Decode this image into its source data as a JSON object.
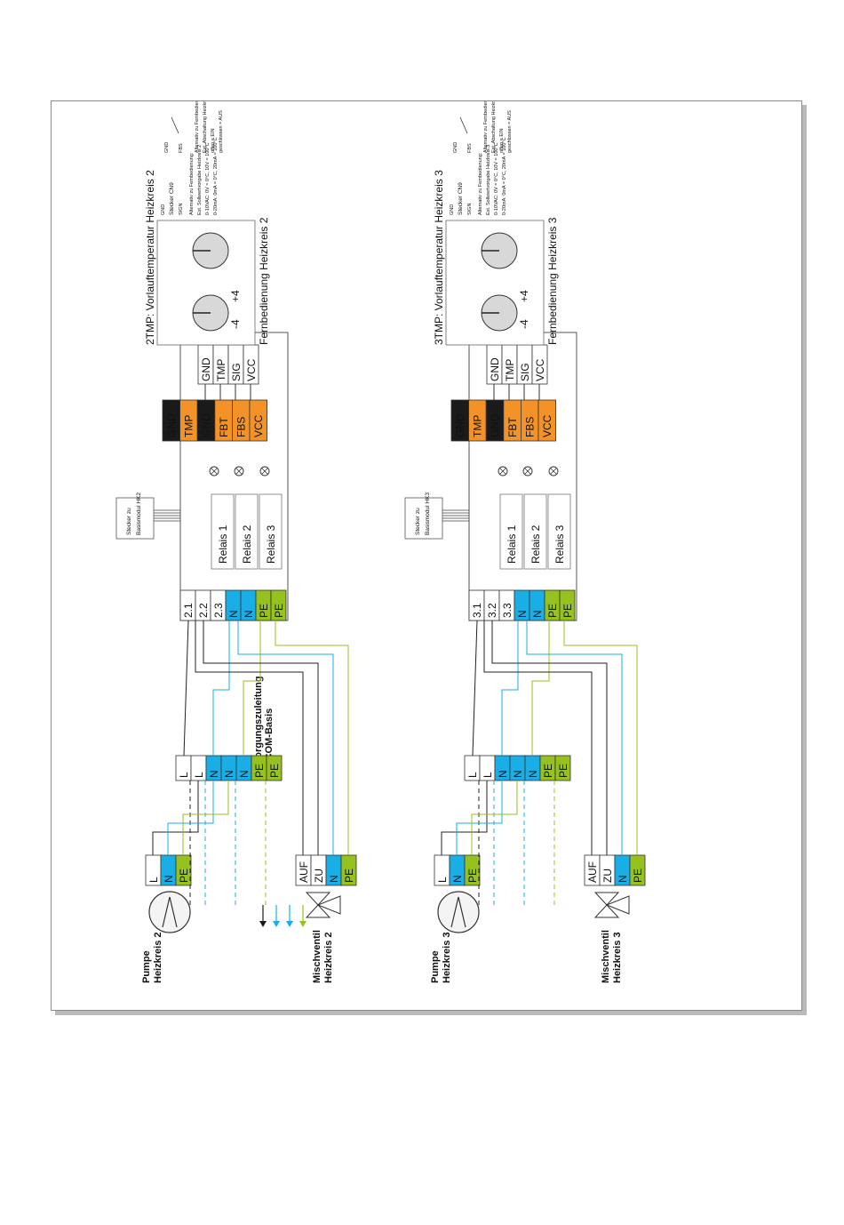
{
  "colors": {
    "blue": "#1aaee6",
    "green": "#96c21f",
    "orange": "#f39327",
    "black": "#1a1a1a",
    "wire": "#222222",
    "frame": "#8a8a8a"
  },
  "supply_label": [
    "Versorgungszuleitung",
    "von COM-Basis"
  ],
  "circuits": [
    {
      "pump_label": [
        "Pumpe",
        "Heizkreis 2"
      ],
      "valve_label": [
        "Mischventil",
        "Heizkreis 2"
      ],
      "connector_label": [
        "Stecker zu",
        "Basismodul HK2"
      ],
      "module_terms": [
        "2.1",
        "2.2",
        "2.3",
        "N",
        "N",
        "PE",
        "PE"
      ],
      "relays": [
        "Relais 1",
        "Relais 2",
        "Relais 3"
      ],
      "remote_title": "2TMP: Vorlauftemperatur Heizkreis 2",
      "remote_label": "Fernbedienung Heizkreis 2",
      "alt_text": [
        "Alternativ zu Fernbedienung:",
        "Ext. Sollwertvorgabe Heizkreis 2",
        "0-10VAC: 0V = 0°C, 10V = 100°C",
        "0-20mA: 0mA = 0°C, 20mA = 100°C"
      ],
      "alt2_text": [
        "Alternativ zu Fernbedienung:",
        "Ext. Abschaltung Heizkreis 2",
        "offen = EIN",
        "geschlossen = AUS"
      ]
    },
    {
      "pump_label": [
        "Pumpe",
        "Heizkreis 3"
      ],
      "valve_label": [
        "Mischventil",
        "Heizkreis 3"
      ],
      "connector_label": [
        "Stecker zu",
        "Basismodul HK3"
      ],
      "module_terms": [
        "3.1",
        "3.2",
        "3.3",
        "N",
        "N",
        "PE",
        "PE"
      ],
      "relays": [
        "Relais 1",
        "Relais 2",
        "Relais 3"
      ],
      "remote_title": "3TMP: Vorlauftemperatur Heizkreis 3",
      "remote_label": "Fernbedienung Heizkreis 3",
      "alt_text": [
        "Alternativ zu Fernbedienung:",
        "Ext. Sollwertvorgabe Heizkreis 3",
        "0-10VAC: 0V = 0°C, 10V = 100°C",
        "0-20mA: 0mA = 0°C, 20mA = 100°C"
      ],
      "alt2_text": [
        "Alternativ zu Fernbedienung:",
        "Ext. Abschaltung Heizkreis 3",
        "offen = EIN",
        "geschlossen = AUS"
      ]
    }
  ],
  "pump_terms": [
    "L",
    "N",
    "PE"
  ],
  "valve_terms": [
    "AUF",
    "ZU",
    "N",
    "PE"
  ],
  "dist_terms": [
    "L",
    "L",
    "N",
    "N",
    "N",
    "PE",
    "PE"
  ],
  "module_right": [
    "GND",
    "TMP",
    "GND",
    "FBT",
    "FBS",
    "VCC"
  ],
  "remote_terms": [
    "GND",
    "TMP",
    "SIG",
    "VCC"
  ],
  "dial_marks": [
    "-4",
    "+4"
  ],
  "plug_text": "Stecker CN9",
  "plug_pins": [
    "GND",
    "SIGN"
  ],
  "alt2_pins": [
    "GND",
    "FBS"
  ]
}
